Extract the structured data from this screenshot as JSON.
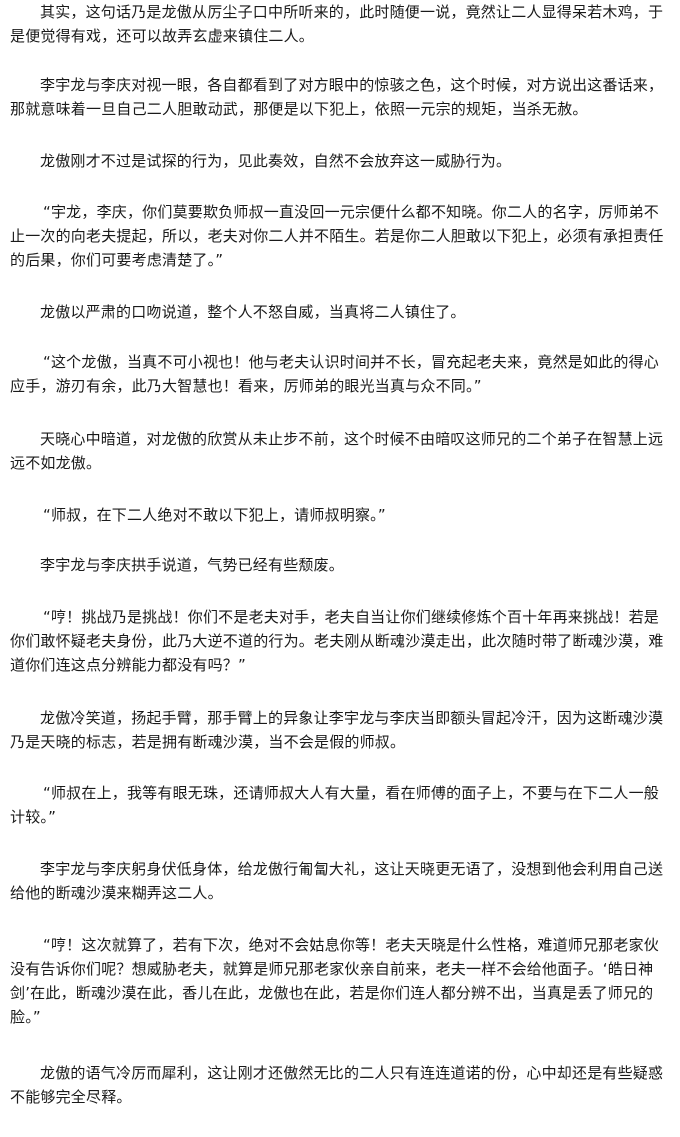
{
  "paragraphs": [
    "其实，这句话乃是龙傲从厉尘子口中所听来的，此时随便一说，竟然让二人显得呆若木鸡，于是便觉得有戏，还可以故弄玄虚来镇住二人。",
    "李宇龙与李庆对视一眼，各自都看到了对方眼中的惊骇之色，这个时候，对方说出这番话来，那就意味着一旦自己二人胆敢动武，那便是以下犯上，依照一元宗的规矩，当杀无赦。",
    "龙傲刚才不过是试探的行为，见此奏效，自然不会放弃这一威胁行为。",
    "“宇龙，李庆，你们莫要欺负师叔一直没回一元宗便什么都不知晓。你二人的名字，厉师弟不止一次的向老夫提起，所以，老夫对你二人并不陌生。若是你二人胆敢以下犯上，必须有承担责任的后果，你们可要考虑清楚了。”",
    "龙傲以严肃的口吻说道，整个人不怒自威，当真将二人镇住了。",
    "“这个龙傲，当真不可小视也！他与老夫认识时间并不长，冒充起老夫来，竟然是如此的得心应手，游刃有余，此乃大智慧也！看来，厉师弟的眼光当真与众不同。”",
    "天晓心中暗道，对龙傲的欣赏从未止步不前，这个时候不由暗叹这师兄的二个弟子在智慧上远远不如龙傲。",
    "“师叔，在下二人绝对不敢以下犯上，请师叔明察。”",
    "李宇龙与李庆拱手说道，气势已经有些颓废。",
    "“哼！挑战乃是挑战！你们不是老夫对手，老夫自当让你们继续修炼个百十年再来挑战！若是你们敢怀疑老夫身份，此乃大逆不道的行为。老夫刚从断魂沙漠走出，此次随时带了断魂沙漠，难道你们连这点分辨能力都没有吗？”",
    "龙傲冷笑道，扬起手臂，那手臂上的异象让李宇龙与李庆当即额头冒起冷汗，因为这断魂沙漠乃是天晓的标志，若是拥有断魂沙漠，当不会是假的师叔。",
    "“师叔在上，我等有眼无珠，还请师叔大人有大量，看在师傅的面子上，不要与在下二人一般计较。”",
    "李宇龙与李庆躬身伏低身体，给龙傲行匍匐大礼，这让天晓更无语了，没想到他会利用自己送给他的断魂沙漠来糊弄这二人。",
    "“哼！这次就算了，若有下次，绝对不会姑息你等！老夫天晓是什么性格，难道师兄那老家伙没有告诉你们呢？想威胁老夫，就算是师兄那老家伙亲自前来，老夫一样不会给他面子。‘皓日神剑’在此，断魂沙漠在此，香儿在此，龙傲也在此，若是你们连人都分辨不出，当真是丢了师兄的脸。”",
    "龙傲的语气冷厉而犀利，这让刚才还傲然无比的二人只有连连道诺的份，心中却还是有些疑惑不能够完全尽释。"
  ]
}
